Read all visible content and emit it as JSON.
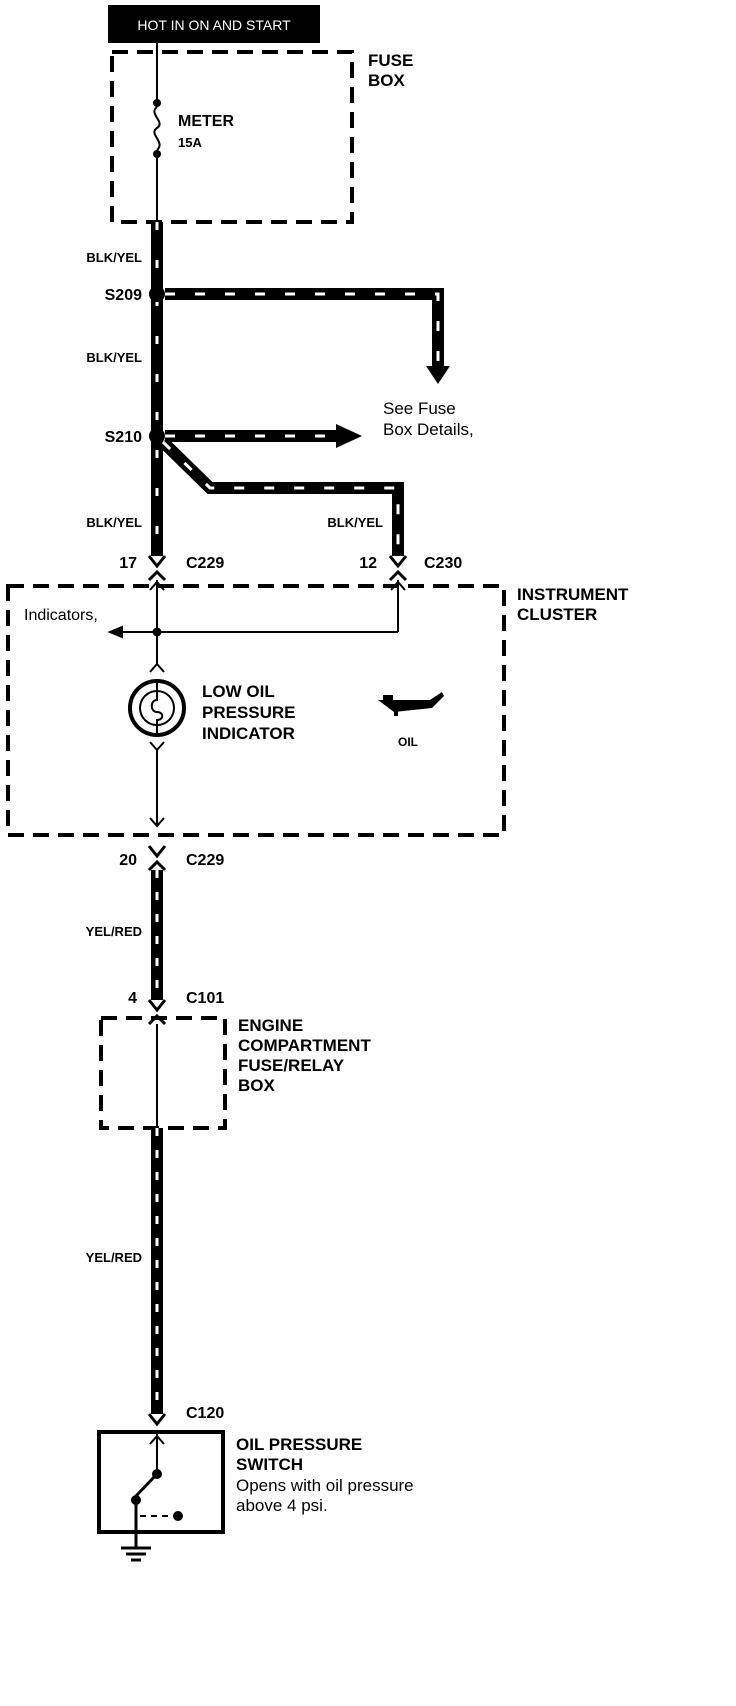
{
  "header": {
    "label": "HOT IN ON AND START"
  },
  "fuse_box": {
    "title_line1": "FUSE",
    "title_line2": "BOX",
    "fuse_name": "METER",
    "fuse_rating": "15A"
  },
  "wires": {
    "w1": "BLK/YEL",
    "w2": "BLK/YEL",
    "w3_left": "BLK/YEL",
    "w3_right": "BLK/YEL",
    "w4": "YEL/RED",
    "w5": "YEL/RED"
  },
  "splices": {
    "s209": "S209",
    "s210": "S210"
  },
  "see_fuse": {
    "line1": "See Fuse",
    "line2": "Box Details,"
  },
  "connectors": {
    "c229_top_pin": "17",
    "c229_top": "C229",
    "c230_pin": "12",
    "c230": "C230",
    "c229_bot_pin": "20",
    "c229_bot": "C229",
    "c101_pin": "4",
    "c101": "C101",
    "c120": "C120"
  },
  "instrument_cluster": {
    "title_line1": "INSTRUMENT",
    "title_line2": "CLUSTER",
    "indicators_label": "Indicators,",
    "indicator_line1": "LOW OIL",
    "indicator_line2": "PRESSURE",
    "indicator_line3": "INDICATOR",
    "symbol_label": "OIL"
  },
  "engine_box": {
    "line1": "ENGINE",
    "line2": "COMPARTMENT",
    "line3": "FUSE/RELAY",
    "line4": "BOX"
  },
  "oil_switch": {
    "title_line1": "OIL PRESSURE",
    "title_line2": "SWITCH",
    "desc_line1": "Opens with oil pressure",
    "desc_line2": "above 4 psi."
  },
  "colors": {
    "ink": "#000000",
    "paper": "#ffffff"
  }
}
